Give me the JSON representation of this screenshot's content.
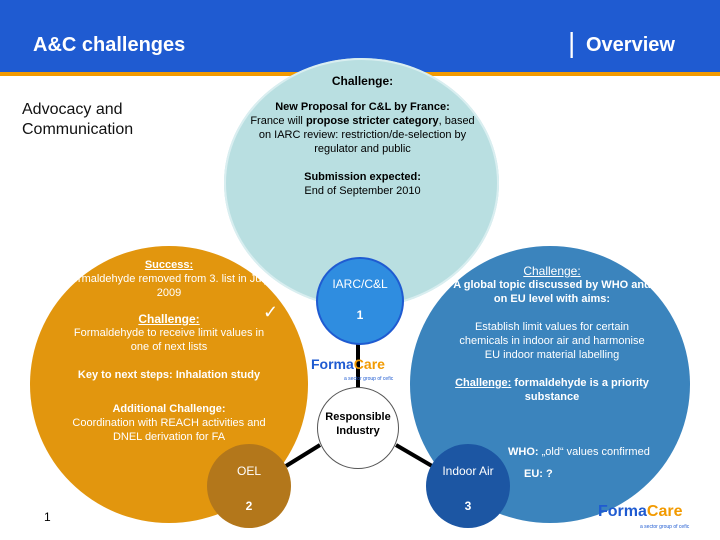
{
  "header": {
    "title": "A&C challenges",
    "separator": "|",
    "section": "Overview"
  },
  "subtitle": "Advocacy and Communication",
  "top_circle": {
    "heading": "Challenge:",
    "proposal_title": "New Proposal for C&L by France:",
    "proposal_pre": "France will ",
    "proposal_bold": "propose stricter category",
    "proposal_post": ", based on IARC review: restriction/de-selection by regulator and public",
    "submission_title": "Submission expected:",
    "submission_text": "End of September  2010"
  },
  "left_circle": {
    "success_title": "Success:",
    "success_text": "formaldehyde removed from 3. list in July 2009",
    "challenge_title": "Challenge:",
    "challenge_text": "Formaldehyde to receive limit values in one of next lists",
    "key_steps": "Key to next steps: Inhalation study",
    "additional_title": "Additional Challenge:",
    "additional_text": "Coordination with REACH activities and DNEL derivation for FA",
    "check_mark": "✓"
  },
  "right_circle": {
    "challenge_title": "Challenge:",
    "intro": "A global topic discussed by WHO and on EU level with aims:",
    "aims": "Establish limit values for certain chemicals in indoor air and harmonise EU indoor material labelling",
    "challenge2_title": "Challenge:",
    "challenge2_text": " formaldehyde is a priority substance",
    "who_label": "WHO: ",
    "who_text": "„old“ values confirmed",
    "eu_text": "EU: ?"
  },
  "nodes": {
    "iarc": {
      "label": "IARC/C&L",
      "number": "1"
    },
    "oel": {
      "label": "OEL",
      "number": "2"
    },
    "indoor": {
      "label": "Indoor Air",
      "number": "3"
    },
    "center": {
      "line1": "Responsible",
      "line2": "Industry"
    }
  },
  "logo": {
    "forma": "Forma",
    "care": "Care",
    "tagline": "a sector group of cefic"
  },
  "page_number": "1",
  "colors": {
    "header": "#1f5bd1",
    "stripe": "#f29a00",
    "top_circle": "#b9dfe1",
    "left_circle": "#e2960e",
    "right_circle": "#3b84bd"
  }
}
